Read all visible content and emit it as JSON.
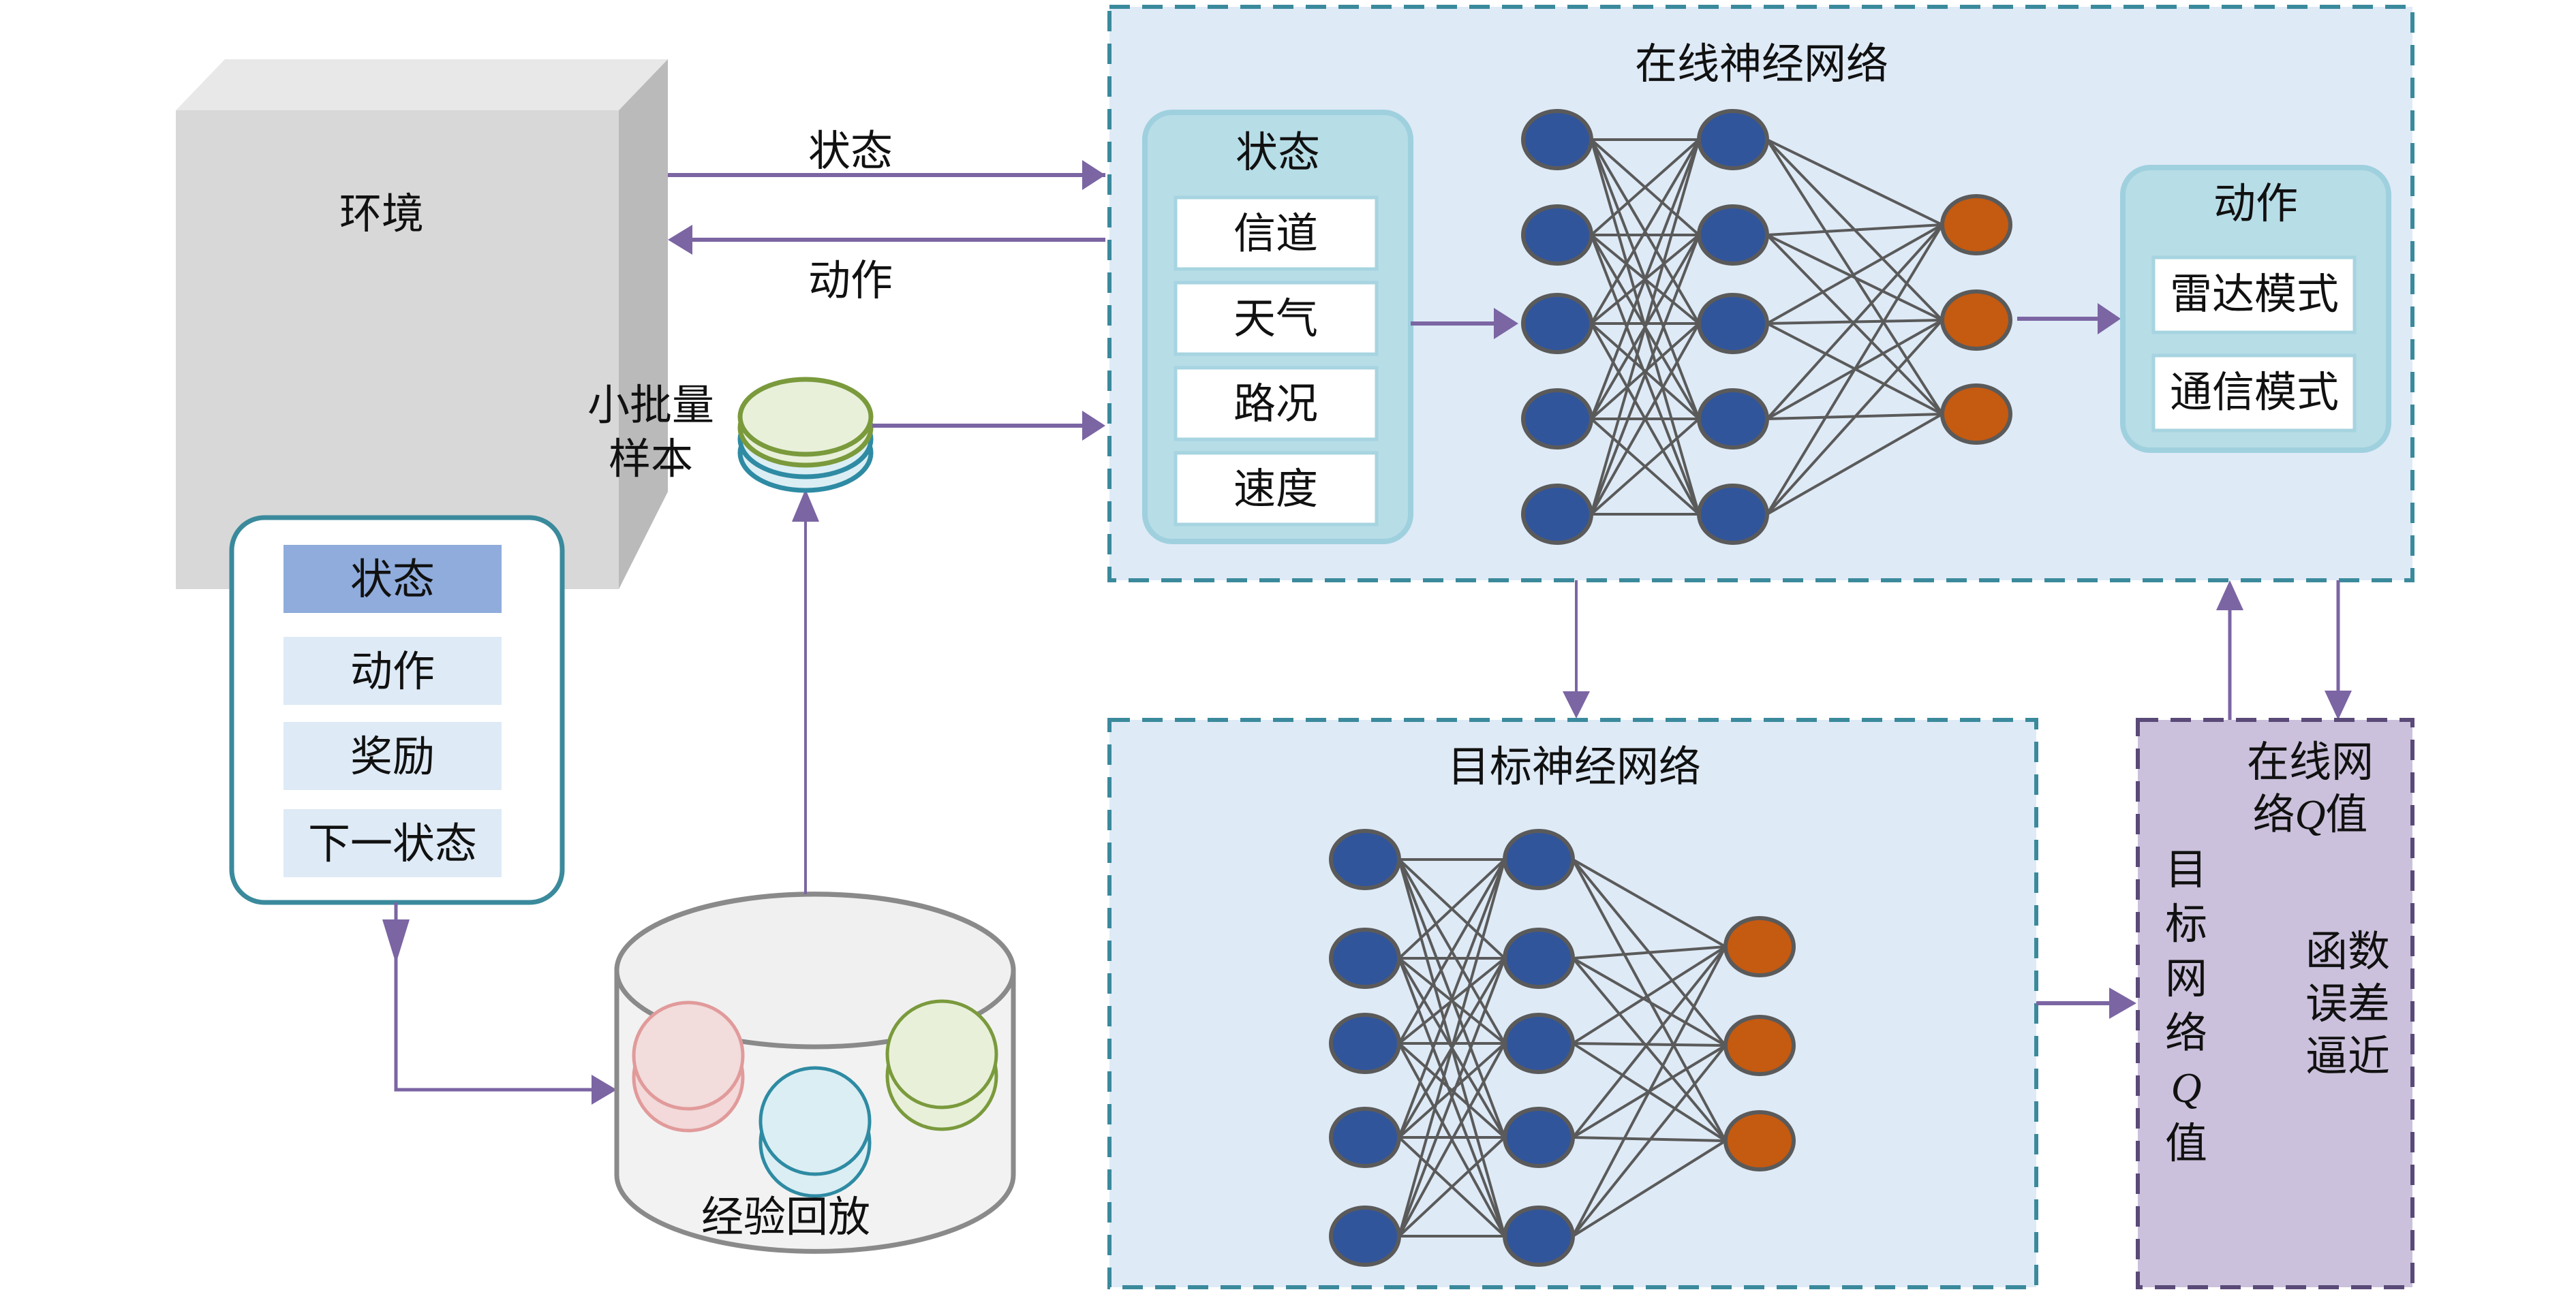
{
  "environment": {
    "label": "环境"
  },
  "arrows": {
    "state_label": "状态",
    "action_label": "动作"
  },
  "minibatch": {
    "line1": "小批量",
    "line2": "样本"
  },
  "transition": {
    "items": [
      "状态",
      "动作",
      "奖励",
      "下一状态"
    ]
  },
  "replay": {
    "label": "经验回放"
  },
  "online_net": {
    "title": "在线神经网络",
    "state_panel": {
      "title": "状态",
      "items": [
        "信道",
        "天气",
        "路况",
        "速度"
      ]
    },
    "action_panel": {
      "title": "动作",
      "items": [
        "雷达模式",
        "通信模式"
      ]
    },
    "layers": [
      5,
      5,
      3
    ]
  },
  "target_net": {
    "title": "目标神经网络",
    "layers": [
      5,
      5,
      3
    ]
  },
  "loss_box": {
    "online_q_line1": "在线网",
    "online_q_line2_pre": "络",
    "online_q_line2_q": "Q",
    "online_q_line2_post": "值",
    "target_q_chars": [
      "目",
      "标",
      "网",
      "络"
    ],
    "target_q_q": "Q",
    "target_q_last": "值",
    "loss_lines": [
      "函数",
      "误差",
      "逼近"
    ]
  },
  "colors": {
    "arrow": "#7b65a3",
    "panel_bg": "#deeaf6",
    "panel_border": "#3a8a9c",
    "hidden_node": "#31559b",
    "output_node": "#c55a11",
    "edge": "#5a5a5a",
    "state_panel_bg": "#b7dde7",
    "loss_bg": "#cbc1dc",
    "loss_border": "#5a4a78"
  }
}
